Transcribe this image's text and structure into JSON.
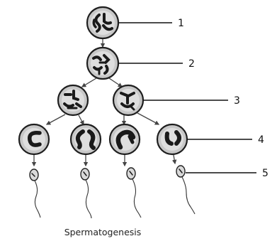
{
  "labels": {
    "stage_1": "1",
    "stage_2": "2",
    "stage_3": "3",
    "stage_4": "4",
    "stage_5": "5"
  },
  "caption": "Spermatogenesis",
  "colors": {
    "cell_fill": "#c8c8c8",
    "outline": "#1e1e1e",
    "chromosome": "#1f1f1f"
  }
}
